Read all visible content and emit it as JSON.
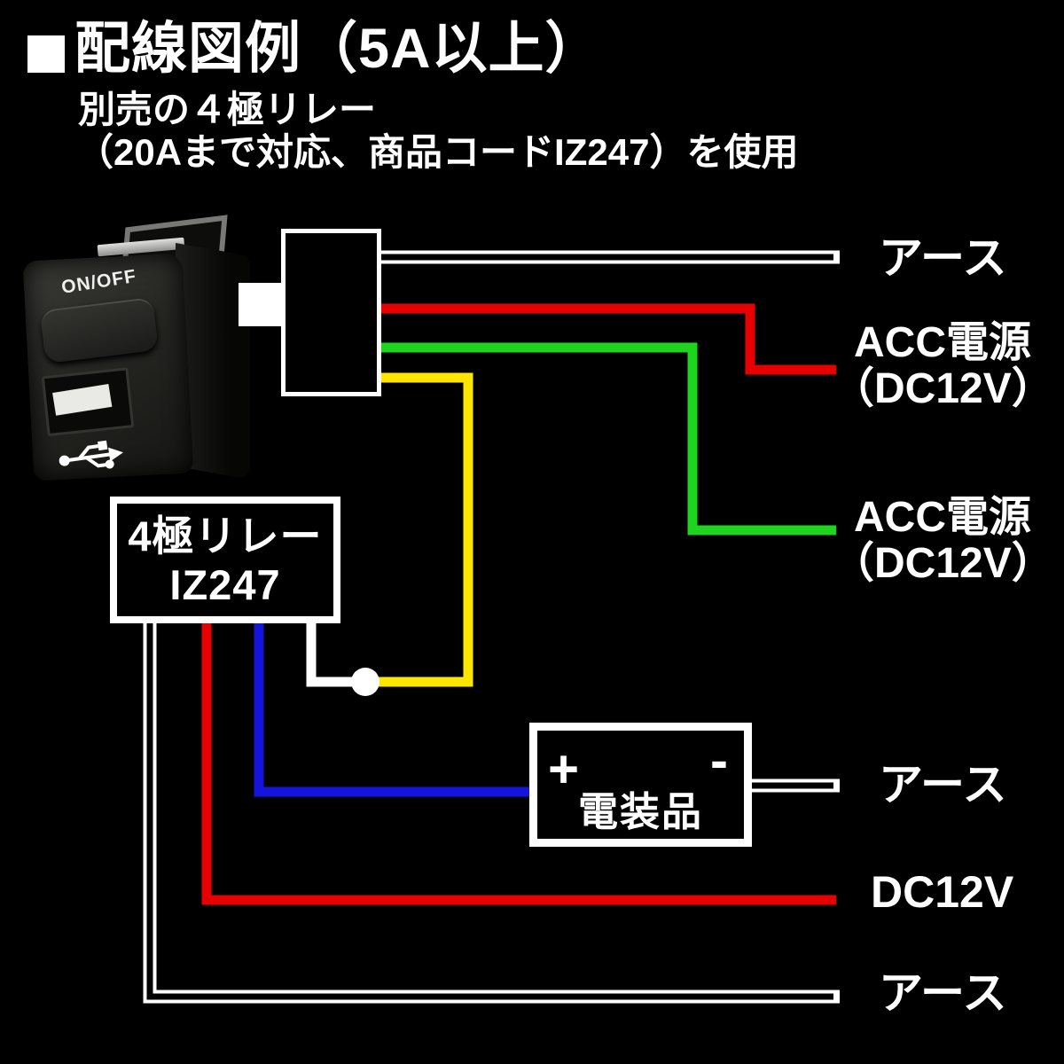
{
  "header": {
    "title": "配線図例（5A以上）",
    "subtitle_line1": "別売の４極リレー",
    "subtitle_line2": "（20Aまで対応、商品コードIZ247）を使用"
  },
  "product_photo": {
    "switch_label": "ON/OFF"
  },
  "boxes": {
    "relay": {
      "line1": "4極リレー",
      "line2": "IZ247"
    },
    "load": {
      "plus": "+",
      "minus": "-",
      "label": "電装品"
    }
  },
  "wire_labels": {
    "ground_top": "アース",
    "acc_top_line1": "ACC電源",
    "acc_top_line2": "（DC12V）",
    "acc_mid_line1": "ACC電源",
    "acc_mid_line2": "（DC12V）",
    "ground_mid": "アース",
    "dc12v": "DC12V",
    "ground_bottom": "アース"
  },
  "wire_colors": {
    "ground_outline": "#ffffff",
    "acc_red": "#e60000",
    "acc_green": "#1ed41e",
    "signal_yellow": "#ffe600",
    "load_blue": "#1414dd",
    "relay_link_white": "#ffffff",
    "junction_dot": "#ffffff"
  }
}
